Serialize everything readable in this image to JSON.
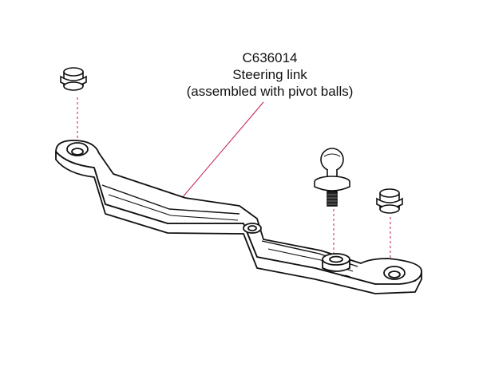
{
  "callout": {
    "part_number": "C636014",
    "part_name": "Steering link",
    "note": "(assembled with pivot balls)"
  },
  "colors": {
    "outline": "#111111",
    "leader": "#c2185b",
    "background": "#ffffff"
  }
}
